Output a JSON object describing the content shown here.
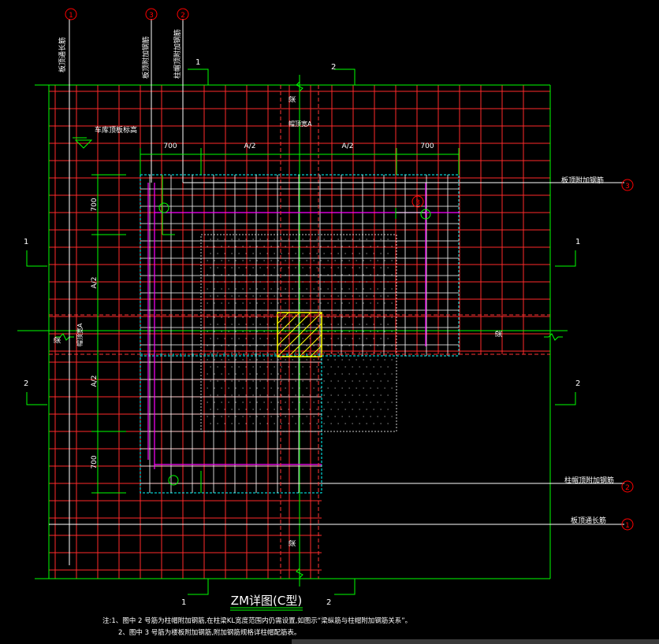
{
  "drawing": {
    "title": "ZM详图(C型)",
    "notes": [
      "注:1、图中 2 号筋为柱帽附加钢筋,在柱梁KL宽度范围内仍需设置,如图示“梁纵筋与柱帽附加钢筋关系”。",
      "2、图中 3 号筋为楼板附加钢筋,附加钢筋规格详柱帽配筋表。"
    ],
    "bar_labels": {
      "plate_top_long": "板顶通长筋",
      "plate_top_extra": "板顶附加钢筋",
      "cap_top_extra": "柱帽顶附加钢筋",
      "plate_top_long_right": "板顶通长筋",
      "plate_top_extra_right": "板顶附加钢筋",
      "cap_top_extra_right": "柱帽顶附加钢筋"
    },
    "elevation_label": "车库顶板标高",
    "beam_label": "梁",
    "cap_width_label": "帽顶宽A",
    "dimensions": {
      "top": [
        "700",
        "A/2",
        "A/2",
        "700"
      ],
      "left": [
        "700",
        "A/2",
        "A/2",
        "700"
      ]
    },
    "circle_markers": {
      "top_1": "1",
      "top_3": "3",
      "top_2": "2",
      "right_3": "3",
      "right_2": "2",
      "right_1": "1",
      "inner_3": "3"
    },
    "section_marks": {
      "left_1": "1",
      "right_1": "1",
      "left_2": "2",
      "right_2": "2",
      "top_1": "1",
      "top_2": "2",
      "bottom_1": "1",
      "bottom_2": "2"
    },
    "colors": {
      "background": "#000000",
      "grid": "#ff2a2a",
      "line": "#00ff00",
      "white": "#ffffff",
      "magenta": "#ff00ff",
      "cyan": "#00ffff",
      "yellow": "#ffff00",
      "marker": "#ff0000"
    }
  }
}
